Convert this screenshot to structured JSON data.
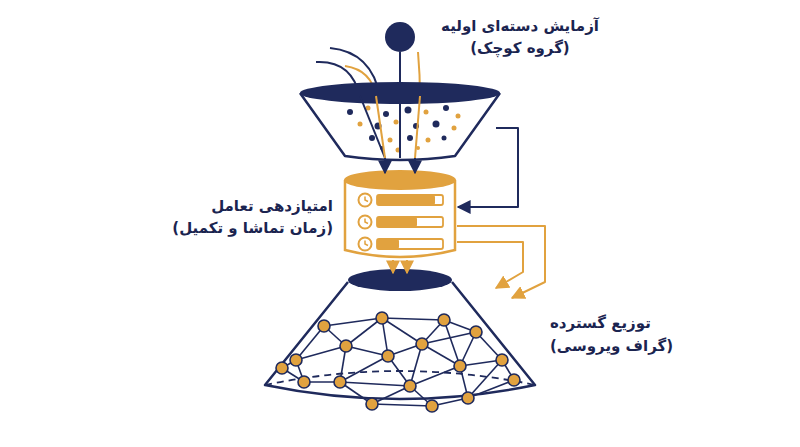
{
  "diagram": {
    "nodes": [
      {
        "text": [
          "آزمایش دسته‌ای اولیه",
          "(گروه کوچک)"
        ]
      },
      {
        "text": [
          "امتیازدهی تعامل",
          "(زمان تماشا و تکمیل)"
        ]
      },
      {
        "text": [
          "توزیع گسترده",
          "(گراف ویروسی)"
        ]
      }
    ],
    "edges": [
      {
        "from": 0,
        "to": 1,
        "arrow": "to"
      },
      {
        "from": 0,
        "to": 1,
        "arrow": "to"
      },
      {
        "from": 0,
        "to": 1,
        "arrow": "to"
      },
      {
        "from": 1,
        "to": 2,
        "arrow": "to"
      },
      {
        "from": 1,
        "to": 2,
        "arrow": "to"
      },
      {
        "from": 1,
        "to": 2,
        "arrow": "to"
      },
      {
        "from": 1,
        "to": 2,
        "arrow": "to"
      }
    ]
  }
}
